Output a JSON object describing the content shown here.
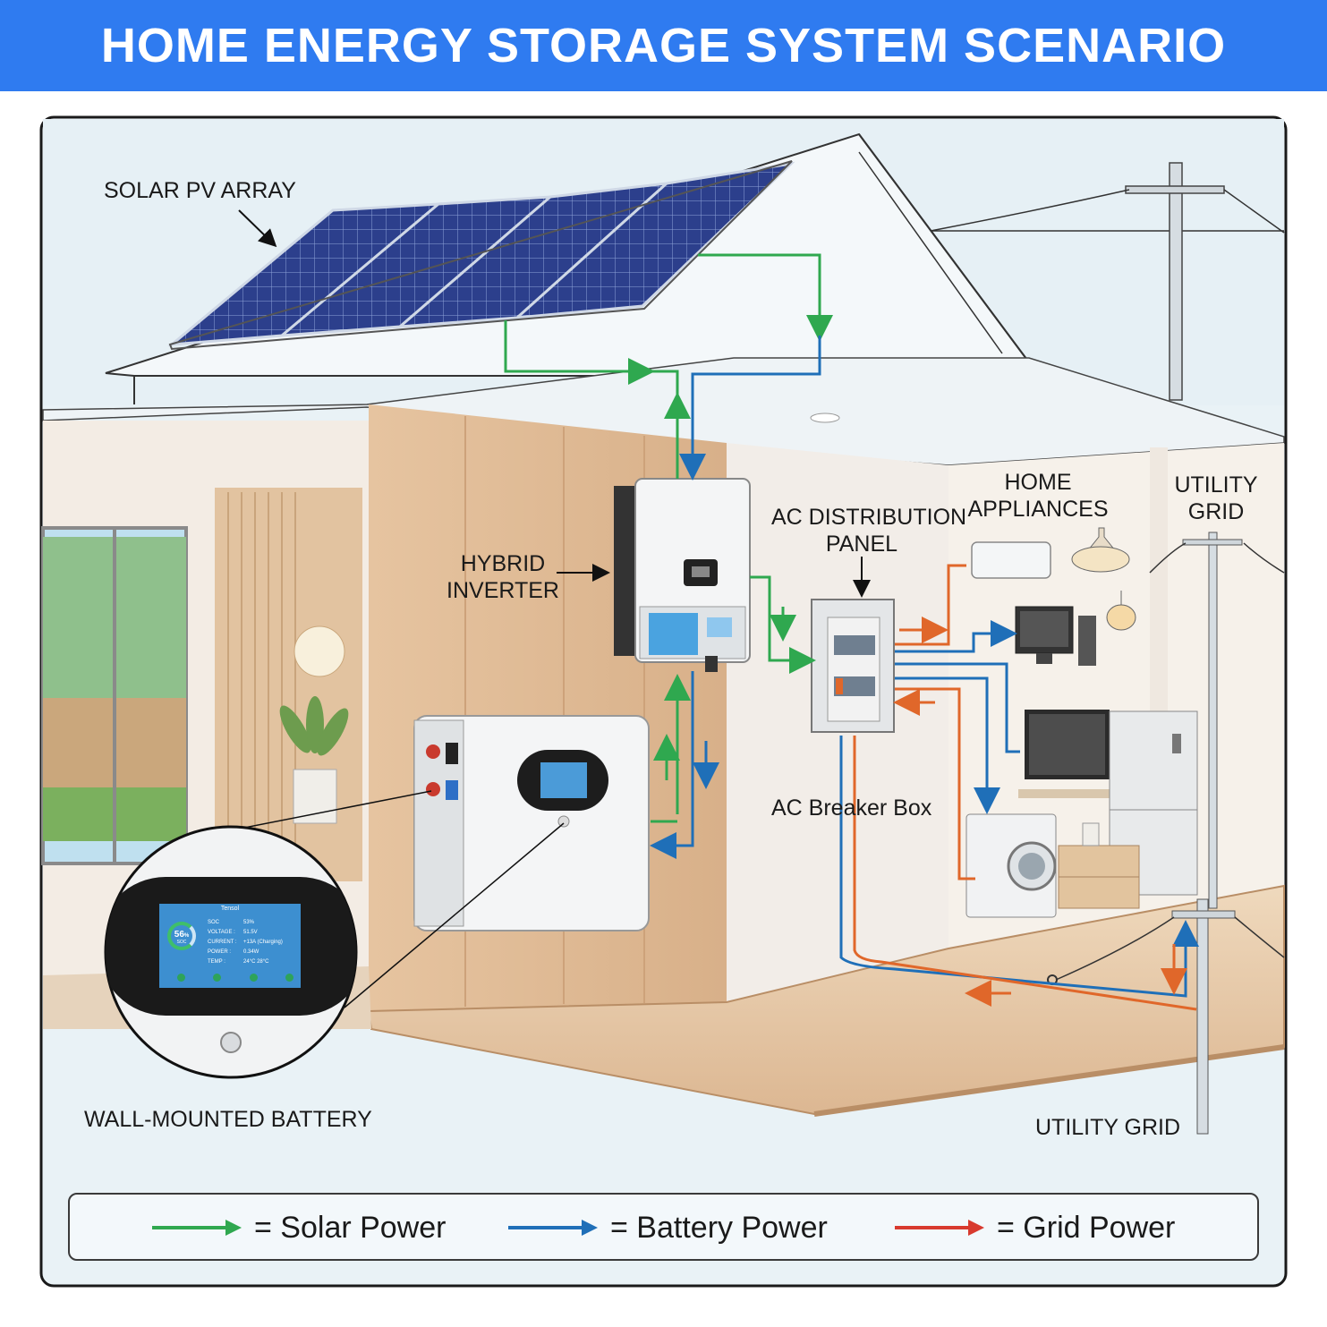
{
  "title": "HOME ENERGY STORAGE SYSTEM SCENARIO",
  "labels": {
    "solar_pv_array": "SOLAR PV ARRAY",
    "hybrid_inverter_line1": "HYBRID",
    "hybrid_inverter_line2": "INVERTER",
    "ac_panel_line1": "AC DISTRIBUTION",
    "ac_panel_line2": "PANEL",
    "home_appliances_line1": "HOME",
    "home_appliances_line2": "APPLIANCES",
    "utility_grid_top_line1": "UTILITY",
    "utility_grid_top_line2": "GRID",
    "ac_breaker_box": "AC Breaker Box",
    "wall_mounted_battery": "WALL-MOUNTED BATTERY",
    "utility_grid_bottom": "UTILITY GRID"
  },
  "battery_screen": {
    "brand": "Tensol",
    "gauge_value": "56",
    "gauge_unit": "%",
    "gauge_caption": "SOC",
    "rows": [
      {
        "label": "SOC",
        "value": "53%"
      },
      {
        "label": "VOLTAGE :",
        "value": "51.5V"
      },
      {
        "label": "CURRENT :",
        "value": "+13A (Charging)"
      },
      {
        "label": "POWER :",
        "value": "0.34W"
      },
      {
        "label": "TEMP :",
        "value": "24°C    28°C"
      }
    ]
  },
  "legend": [
    {
      "label": "= Solar Power",
      "color": "#2fa84f"
    },
    {
      "label": "= Battery Power",
      "color": "#1f6fb8"
    },
    {
      "label": "= Grid Power",
      "color": "#d83a2e"
    }
  ],
  "colors": {
    "solar": "#2fa84f",
    "battery": "#1f6fb8",
    "grid": "#e0672a",
    "title_bar": "#2f7bf0"
  }
}
